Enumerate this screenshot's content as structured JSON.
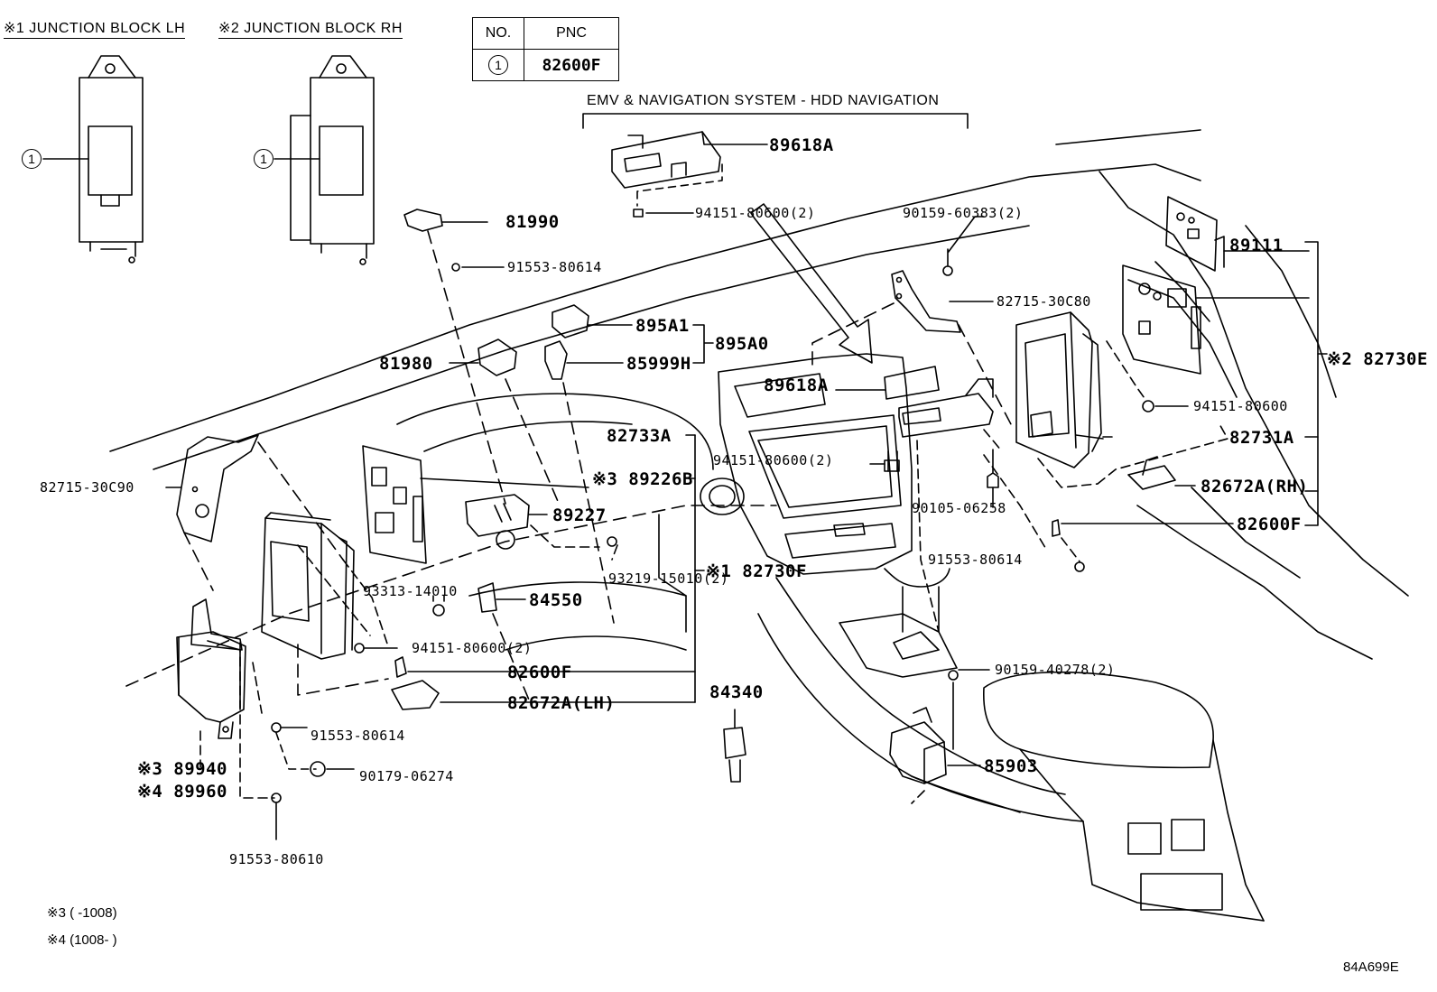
{
  "headers": {
    "lh": "※1 JUNCTION BLOCK LH",
    "rh": "※2 JUNCTION BLOCK RH",
    "emv": "EMV & NAVIGATION SYSTEM - HDD NAVIGATION"
  },
  "table": {
    "col1": "NO.",
    "col2": "PNC",
    "row_no": "1",
    "row_pnc": "82600F"
  },
  "callout_marker": "1",
  "parts": {
    "p89618A_top": "89618A",
    "p94151_80600_2_top": "94151-80600(2)",
    "p90159_60383": "90159-60383(2)",
    "p81990": "81990",
    "p91553_80614_a": "91553-80614",
    "p895A1": "895A1",
    "p895A0": "895A0",
    "p81980": "81980",
    "p85999H": "85999H",
    "p89618A_mid": "89618A",
    "p82715_30C80": "82715-30C80",
    "p89111": "89111",
    "p82730E": "※2 82730E",
    "p94151_80600_r": "94151-80600",
    "p82731A": "82731A",
    "p82672A_RH": "82672A(RH)",
    "p82600F_r": "82600F",
    "p91553_80614_r": "91553-80614",
    "p90105_06258": "90105-06258",
    "p94151_80600_2_mid": "94151-80600(2)",
    "p82733A": "82733A",
    "p89226B": "※3 89226B",
    "p89227": "89227",
    "p82715_30C90": "82715-30C90",
    "p93219_15010": "93219-15010(2)",
    "p82730F": "※1 82730F",
    "p93313_14010": "93313-14010",
    "p84550": "84550",
    "p94151_80600_2_low": "94151-80600(2)",
    "p82600F_l": "82600F",
    "p82672A_LH": "82672A(LH)",
    "p84340": "84340",
    "p90159_40278": "90159-40278(2)",
    "p91553_80614_l": "91553-80614",
    "p85903": "85903",
    "p89940": "※3 89940",
    "p89960": "※4 89960",
    "p90179_06274": "90179-06274",
    "p91553_80610": "91553-80610"
  },
  "notes": {
    "n3": "※3 (      -1008)",
    "n4": "※4 (1008-      )"
  },
  "figure_code": "84A699E"
}
